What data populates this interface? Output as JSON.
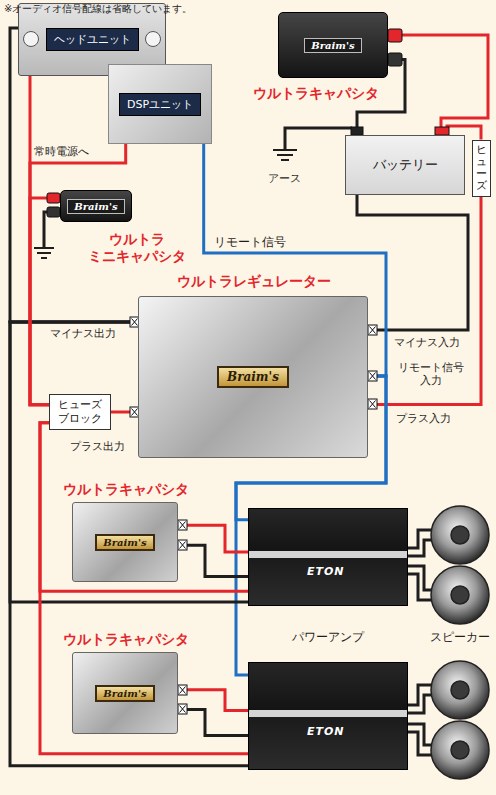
{
  "diagram": {
    "nodes": [
      {
        "text": [
          "ヘッドユニット"
        ]
      },
      {
        "text": [
          "DSPユニット"
        ]
      },
      {
        "text": [
          "Braim's",
          "ウルトラキャパシタ"
        ]
      },
      {
        "text": [
          "バッテリー"
        ]
      },
      {
        "text": [
          "ヒューズ"
        ]
      },
      {
        "text": [
          "Braim's",
          "ウルトラ ミニキャパシタ"
        ]
      },
      {
        "text": [
          "ウルトラレギュレーター",
          "Braim's"
        ]
      },
      {
        "text": [
          "ヒューズ ブロック"
        ]
      },
      {
        "text": [
          "ウルトラキャパシタ",
          "Braim's"
        ]
      },
      {
        "text": [
          "ETON"
        ]
      },
      {
        "text": [
          "ウルトラキャパシタ",
          "Braim's"
        ]
      },
      {
        "text": [
          "ETON"
        ]
      }
    ],
    "edges": [
      {
        "from": 2,
        "to": 3,
        "arrow": "none"
      },
      {
        "from": 2,
        "to": 3,
        "arrow": "none"
      },
      {
        "from": 3,
        "to": 4,
        "arrow": "none"
      },
      {
        "from": 4,
        "to": 6,
        "arrow": "none"
      },
      {
        "from": 3,
        "to": 6,
        "arrow": "none"
      },
      {
        "from": 1,
        "to": 6,
        "label": "リモート信号",
        "arrow": "none"
      },
      {
        "from": 6,
        "to": 9,
        "arrow": "none"
      },
      {
        "from": 6,
        "to": 11,
        "arrow": "none"
      },
      {
        "from": 6,
        "to": 0,
        "arrow": "none"
      },
      {
        "from": 6,
        "to": 9,
        "arrow": "none"
      },
      {
        "from": 6,
        "to": 11,
        "arrow": "none"
      },
      {
        "from": 6,
        "to": 7,
        "arrow": "none"
      },
      {
        "from": 7,
        "to": 0,
        "arrow": "none"
      },
      {
        "from": 7,
        "to": 5,
        "arrow": "none"
      },
      {
        "from": 7,
        "to": 1,
        "arrow": "none"
      },
      {
        "from": 7,
        "to": 9,
        "arrow": "none"
      },
      {
        "from": 7,
        "to": 11,
        "arrow": "none"
      },
      {
        "from": 8,
        "to": 9,
        "arrow": "none"
      },
      {
        "from": 8,
        "to": 9,
        "arrow": "none"
      },
      {
        "from": 10,
        "to": 11,
        "arrow": "none"
      },
      {
        "from": 10,
        "to": 11,
        "arrow": "none"
      }
    ],
    "labels": [
      "※オーディオ信号配線は省略しています。",
      "常時電源へ",
      "アース",
      "マイナス出力",
      "マイナス入力",
      "リモート信号 入力",
      "プラス入力",
      "プラス出力",
      "パワーアンプ",
      "スピーカー"
    ]
  }
}
